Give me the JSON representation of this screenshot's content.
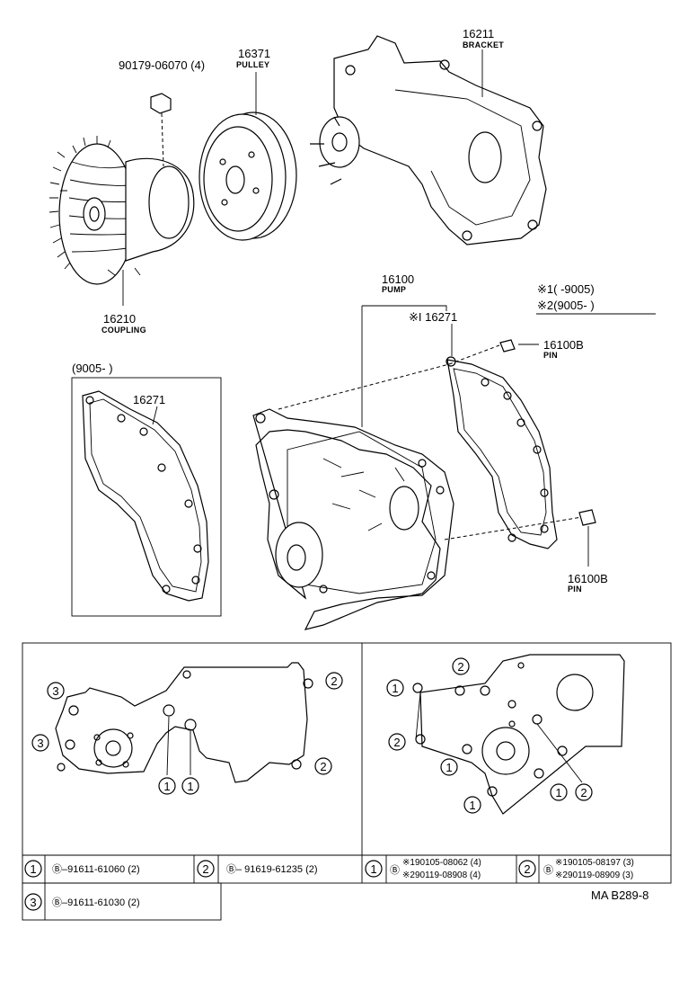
{
  "parts": {
    "bolt_90179": {
      "number": "90179-06070 (4)"
    },
    "pulley": {
      "number": "16371",
      "name": "PULLEY"
    },
    "bracket": {
      "number": "16211",
      "name": "BRACKET"
    },
    "coupling": {
      "number": "16210",
      "name": "COUPLING"
    },
    "pump": {
      "number": "16100",
      "name": "PUMP"
    },
    "gasket_marked": {
      "number": "※I 16271"
    },
    "pin_top": {
      "number": "16100B",
      "name": "PIN"
    },
    "pin_bottom": {
      "number": "16100B",
      "name": "PIN"
    },
    "gasket_inset": {
      "number": "16271",
      "range": "(9005-        )"
    }
  },
  "legend": {
    "line1": "※1(        -9005)",
    "line2": "※2(9005-          )"
  },
  "callouts": [
    "1",
    "2",
    "3"
  ],
  "table": {
    "row1": [
      {
        "key": "1",
        "text": "Ⓑ–91611-61060 (2)"
      },
      {
        "key": "2",
        "text": "Ⓑ– 91619-61235 (2)"
      },
      {
        "key": "1",
        "prefix": "Ⓑ",
        "line1": "※190105-08062 (4)",
        "line2": "※290119-08908 (4)"
      },
      {
        "key": "2",
        "prefix": "Ⓑ",
        "line1": "※190105-08197 (3)",
        "line2": "※290119-08909 (3)"
      }
    ],
    "row2": [
      {
        "key": "3",
        "text": "Ⓑ–91611-61030 (2)"
      }
    ]
  },
  "footer_code": "MA B289-8"
}
